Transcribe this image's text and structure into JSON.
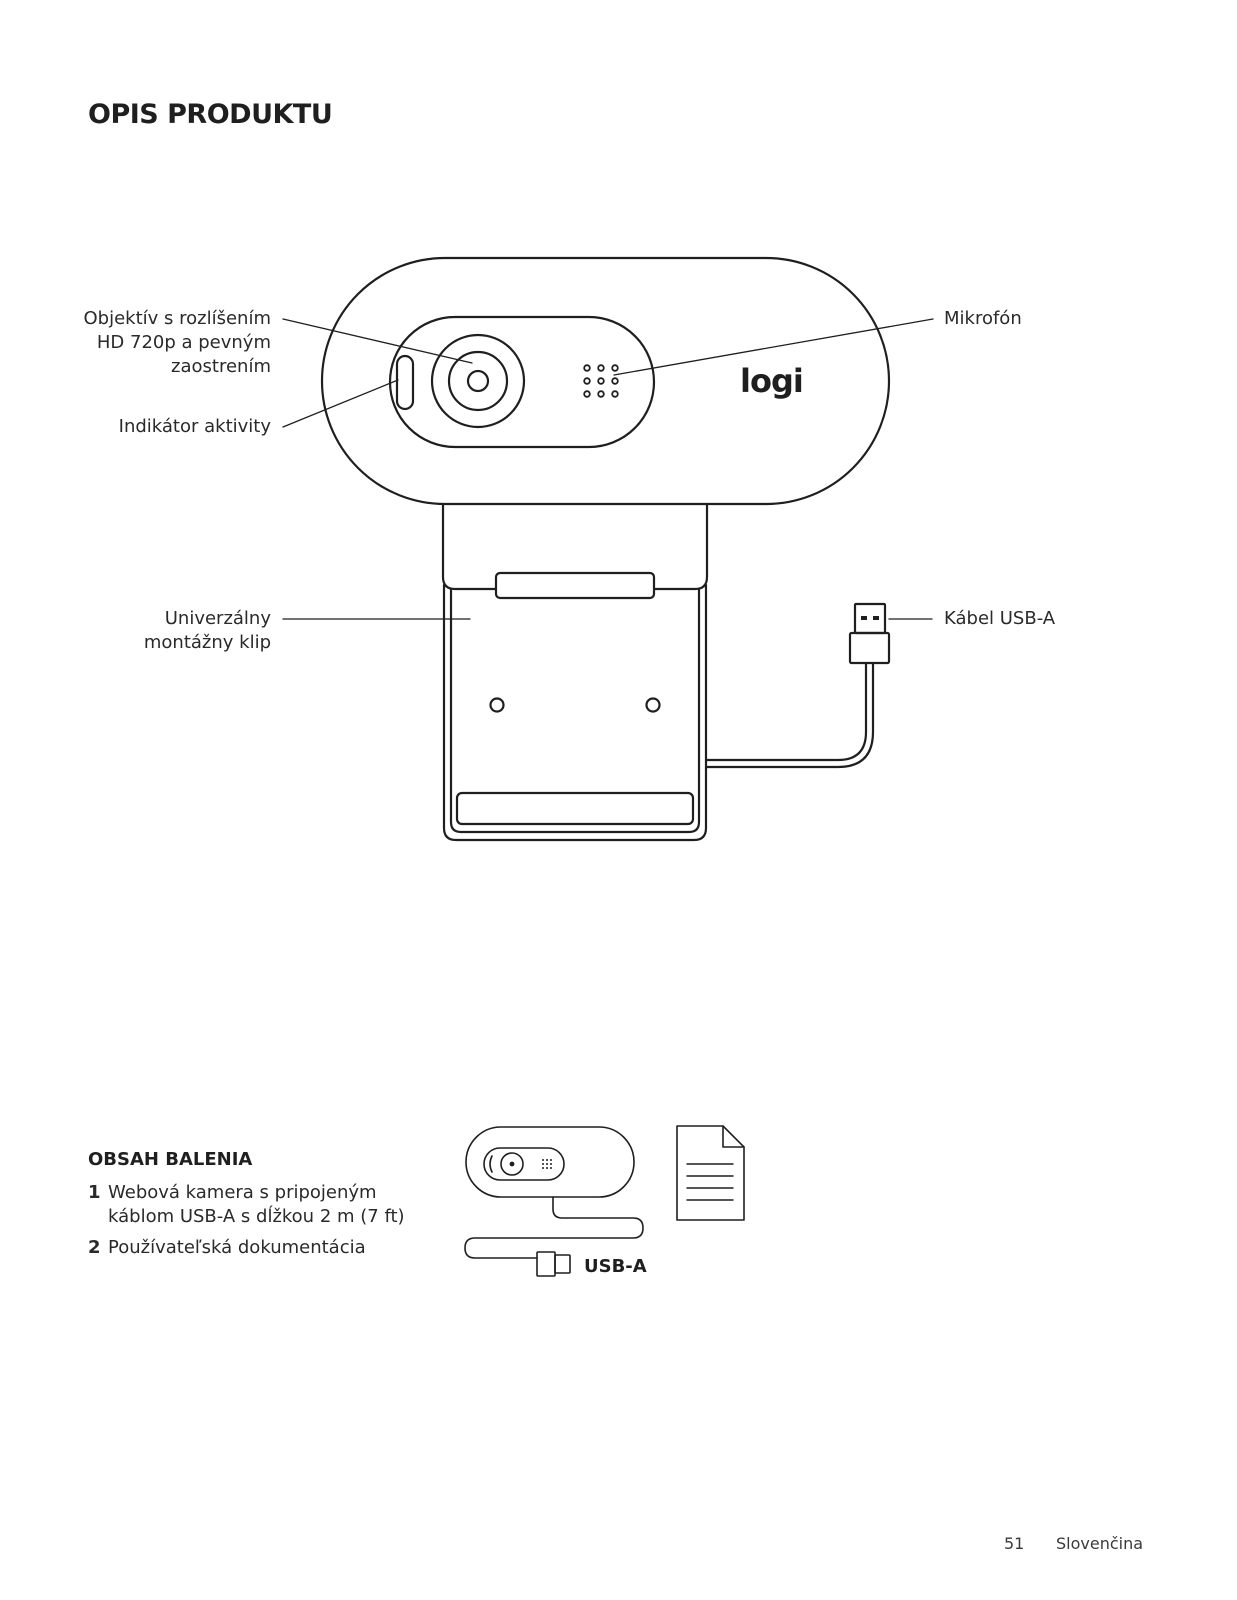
{
  "heading": "OPIS PRODUKTU",
  "callouts": {
    "lens": "Objektív s rozlíšením HD 720p a pevným zaostrením",
    "lens_lines": [
      "Objektív s rozlíšením",
      "HD 720p a pevným",
      "zaostrením"
    ],
    "activity": "Indikátor aktivity",
    "mount": "Univerzálny montážny klip",
    "mount_lines": [
      "Univerzálny",
      "montážny klip"
    ],
    "mic": "Mikrofón",
    "cable": "Kábel USB-A"
  },
  "logo_text": "logi",
  "package": {
    "title": "OBSAH BALENIA",
    "items": [
      {
        "num": "1",
        "text": "Webová kamera s pripojeným káblom USB-A s dĺžkou 2 m (7 ft)",
        "lines": [
          "Webová kamera s pripojeným",
          "káblom USB-A s dĺžkou 2 m (7 ft)"
        ]
      },
      {
        "num": "2",
        "text": "Používateľská dokumentácia",
        "lines": [
          "Používateľská dokumentácia"
        ]
      }
    ],
    "connector_label": "USB-A"
  },
  "footer": {
    "page_number": "51",
    "language": "Slovenčina"
  }
}
